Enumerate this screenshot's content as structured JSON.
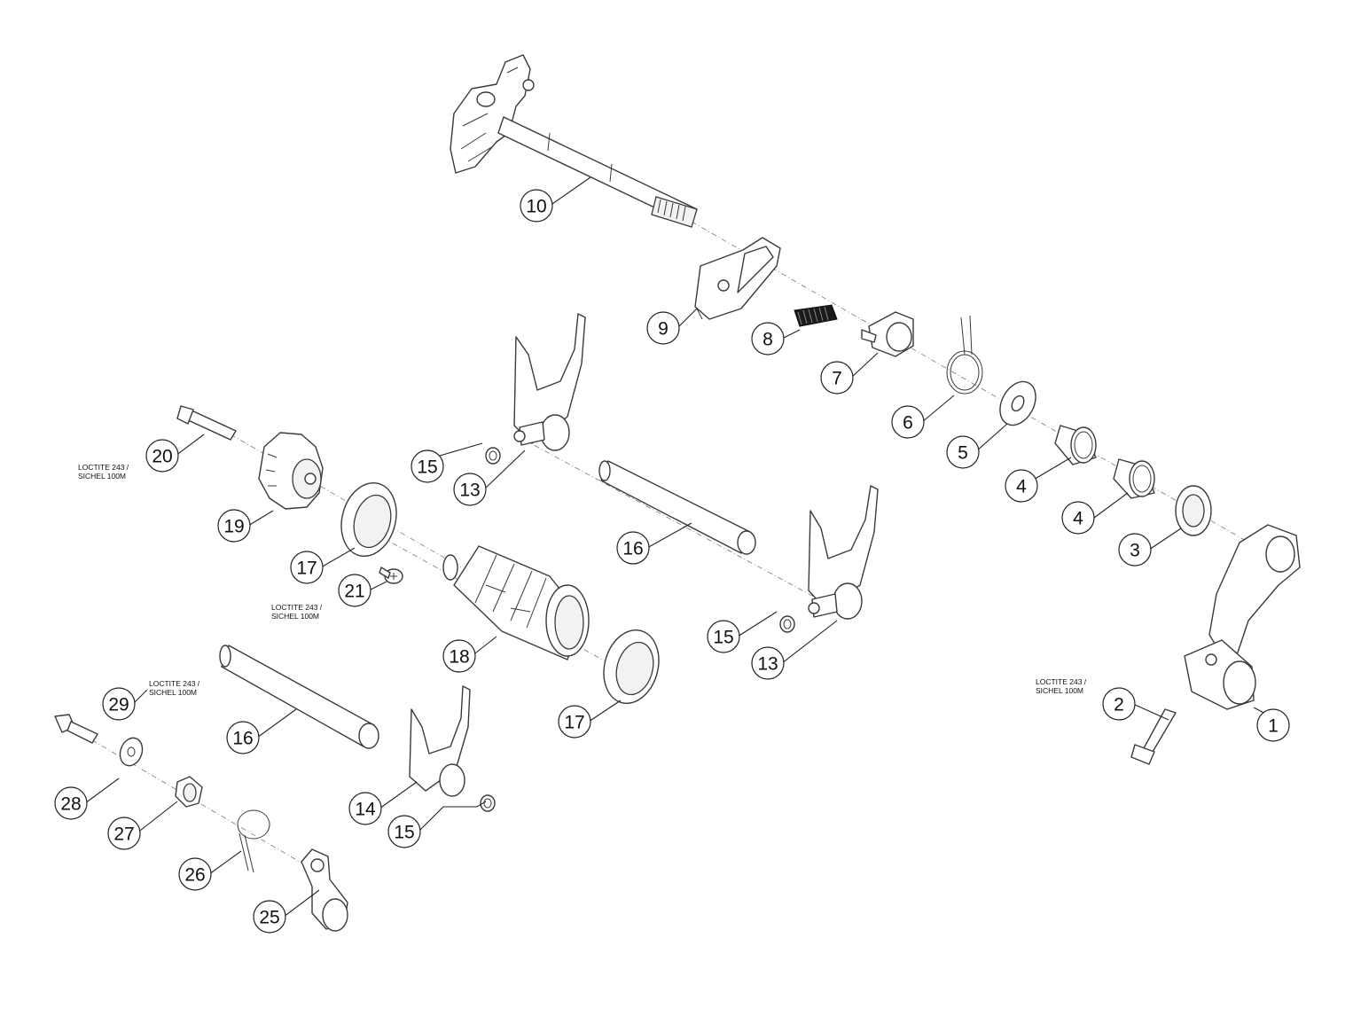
{
  "note_text": [
    "LOCTITE 243 /",
    "SICHEL 100M"
  ],
  "callouts": [
    {
      "label": "1"
    },
    {
      "label": "2"
    },
    {
      "label": "3"
    },
    {
      "label": "4"
    },
    {
      "label": "4"
    },
    {
      "label": "5"
    },
    {
      "label": "6"
    },
    {
      "label": "7"
    },
    {
      "label": "8"
    },
    {
      "label": "9"
    },
    {
      "label": "10"
    },
    {
      "label": "13"
    },
    {
      "label": "13"
    },
    {
      "label": "14"
    },
    {
      "label": "15"
    },
    {
      "label": "15"
    },
    {
      "label": "15"
    },
    {
      "label": "16"
    },
    {
      "label": "16"
    },
    {
      "label": "17"
    },
    {
      "label": "17"
    },
    {
      "label": "18"
    },
    {
      "label": "19"
    },
    {
      "label": "20"
    },
    {
      "label": "21"
    },
    {
      "label": "25"
    },
    {
      "label": "26"
    },
    {
      "label": "27"
    },
    {
      "label": "28"
    },
    {
      "label": "29"
    }
  ]
}
